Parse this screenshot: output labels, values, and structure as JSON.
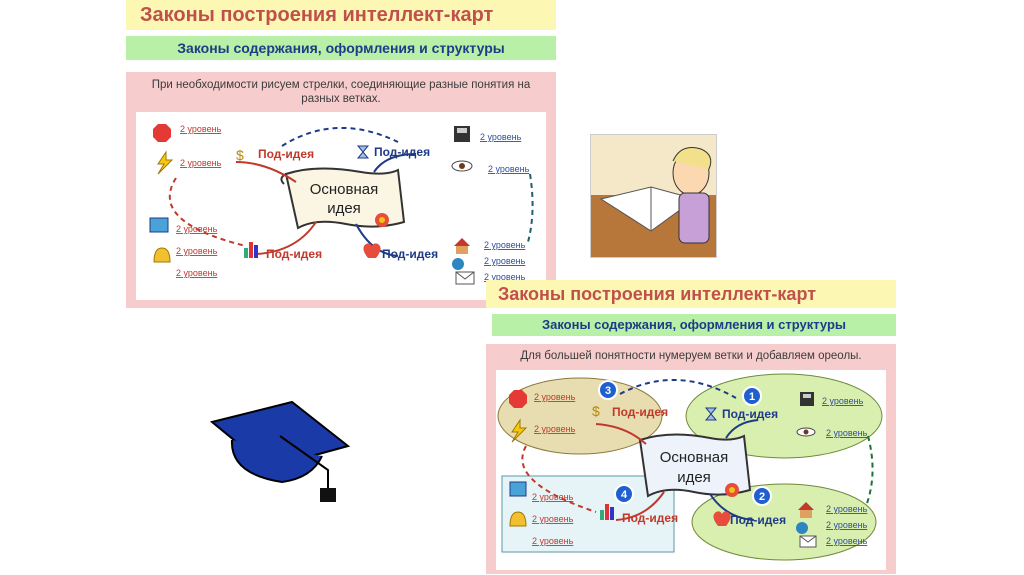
{
  "slide1": {
    "title": "Законы построения интеллект-карт",
    "subtitle": "Законы содержания, оформления и структуры",
    "caption": "При необходимости рисуем стрелки, соединяющие разные понятия на разных ветках.",
    "main_idea_line1": "Основная",
    "main_idea_line2": "идея",
    "sub_idea": "Под-идея",
    "level_label": "2 уровень"
  },
  "slide2": {
    "title": "Законы построения интеллект-карт",
    "subtitle": "Законы содержания, оформления и структуры",
    "caption": "Для большей понятности нумеруем ветки и добавляем ореолы.",
    "main_idea_line1": "Основная",
    "main_idea_line2": "идея",
    "sub_idea": "Под-идея",
    "level_label": "2 уровень",
    "numbers": [
      "1",
      "2",
      "3",
      "4"
    ]
  },
  "icons": [
    "stop-sign-icon",
    "lightning-icon",
    "dollar-icon",
    "hourglass-icon",
    "floppy-disk-icon",
    "eye-icon",
    "book-icon",
    "bell-icon",
    "chart-icon",
    "heart-icon",
    "house-icon",
    "globe-icon",
    "envelope-icon",
    "ribbon-icon",
    "graduation-cap-icon",
    "student-reading-icon"
  ],
  "colors": {
    "title_bg": "#fdf7b4",
    "title_text": "#c0504d",
    "subtitle_bg": "#b8f0a8",
    "subtitle_text": "#1f3b87",
    "card_bg": "#f7cccc",
    "halo_left": "#e8ddb0",
    "halo_right": "#d9efb0"
  }
}
